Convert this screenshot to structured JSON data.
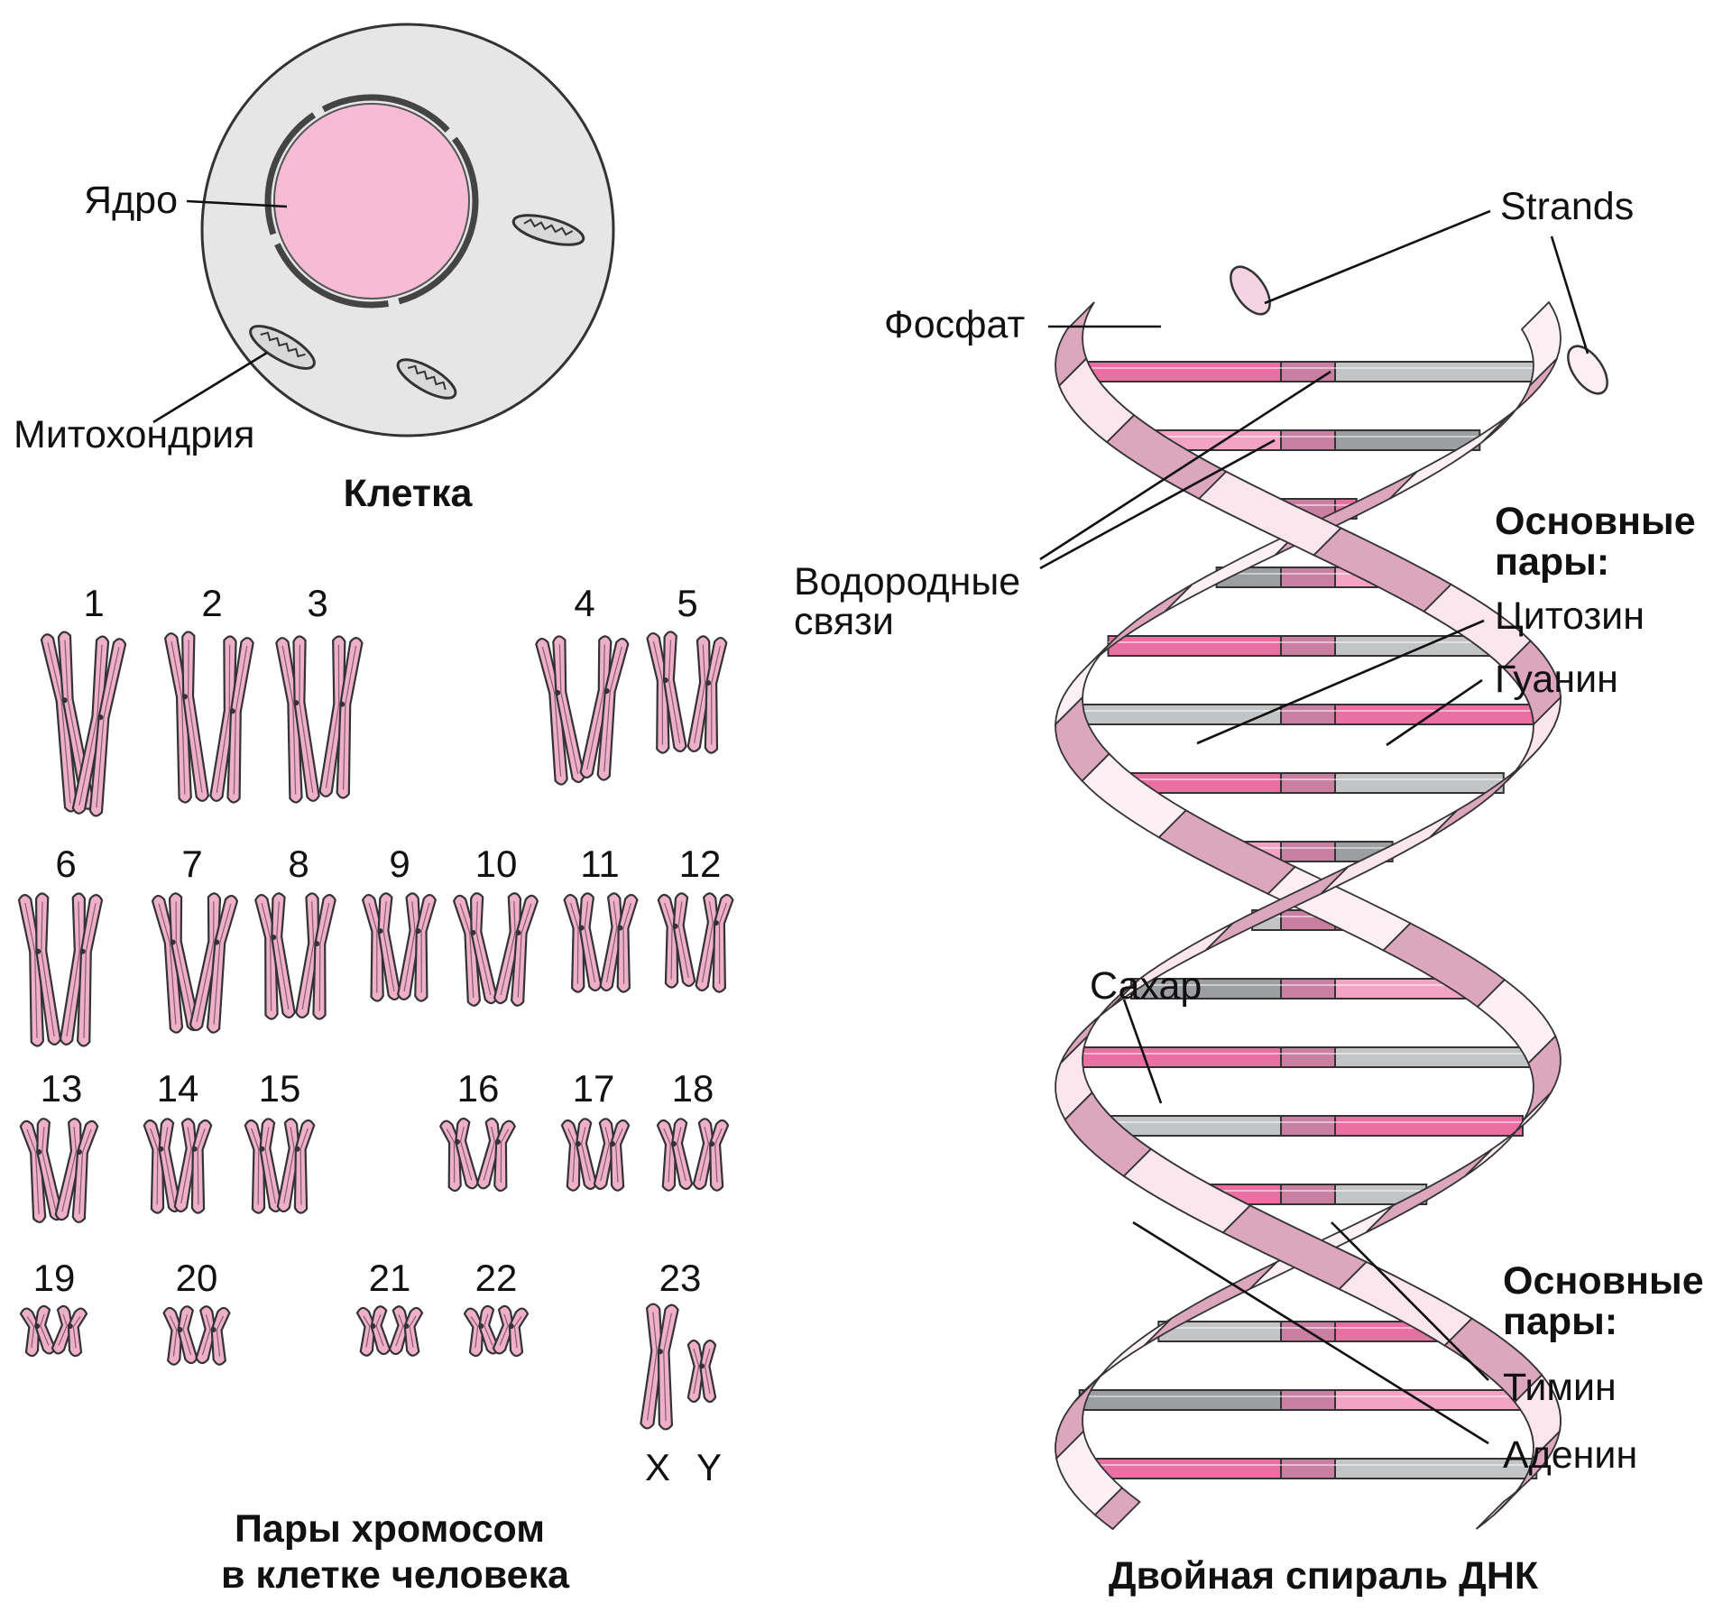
{
  "cell": {
    "nucleus_label": "Ядро",
    "mitochondria_label": "Митохондрия",
    "caption": "Клетка"
  },
  "karyotype": {
    "numbers": [
      "1",
      "2",
      "3",
      "4",
      "5",
      "6",
      "7",
      "8",
      "9",
      "10",
      "11",
      "12",
      "13",
      "14",
      "15",
      "16",
      "17",
      "18",
      "19",
      "20",
      "21",
      "22",
      "23"
    ],
    "sex_x": "X",
    "sex_y": "Y",
    "caption_line1": "Пары хромосом",
    "caption_line2": "в клетке человека"
  },
  "dna": {
    "strands_label": "Strands",
    "phosphate_label": "Фосфат",
    "hydrogen_bonds_line1": "Водородные",
    "hydrogen_bonds_line2": "связи",
    "base_pairs_line1": "Основные",
    "base_pairs_line2": "пары:",
    "cytosine_label": "Цитозин",
    "guanine_label": "Гуанин",
    "sugar_label": "Сахар",
    "base_pairs2_line1": "Основные",
    "base_pairs2_line2": "пары:",
    "thymine_label": "Тимин",
    "adenine_label": "Аденин",
    "caption": "Двойная спираль ДНК"
  },
  "colors": {
    "cell_fill": "#e6e6e6",
    "nucleus_fill": "#f6bcd6",
    "chromosome_fill": "#eeb0c8",
    "strand_dark": "#dca6bd",
    "strand_light": "#fbe6ee",
    "cytosine": "#ea6fa2",
    "guanine": "#c2c4c6",
    "thymine": "#f3a3c3",
    "adenine": "#9c9ea1"
  }
}
